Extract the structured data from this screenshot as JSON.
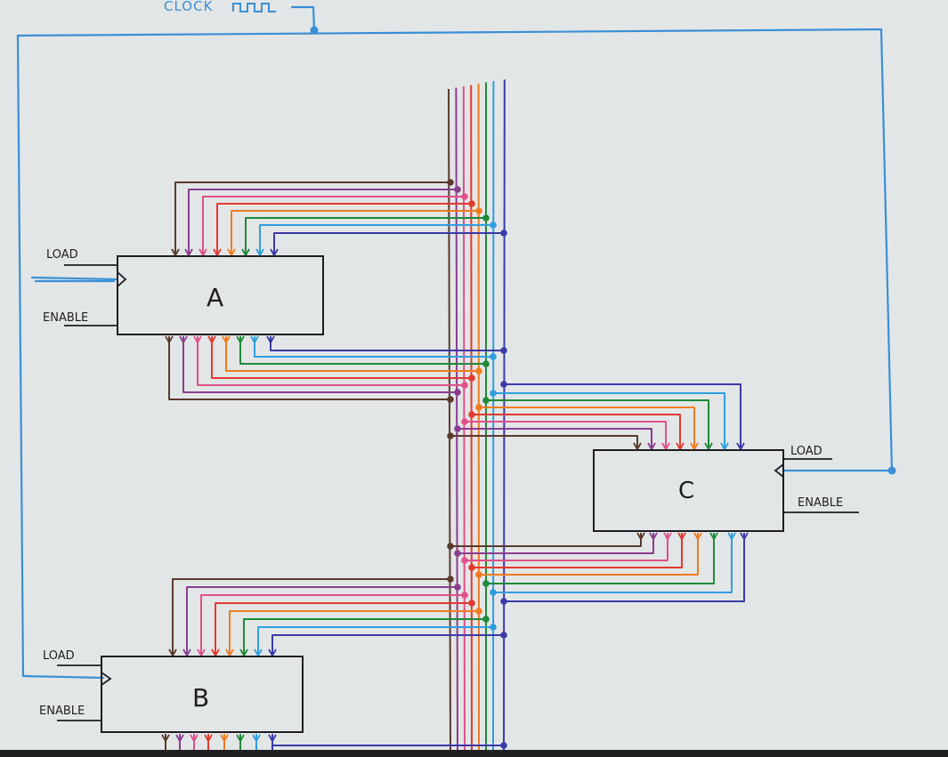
{
  "clock": {
    "label": "CLOCK"
  },
  "registers": [
    {
      "id": "a",
      "name": "A",
      "load_label": "LOAD",
      "enable_label": "ENABLE"
    },
    {
      "id": "b",
      "name": "B",
      "load_label": "LOAD",
      "enable_label": "ENABLE"
    },
    {
      "id": "c",
      "name": "C",
      "load_label": "LOAD",
      "enable_label": "ENABLE"
    }
  ],
  "colors": {
    "paper": "#e3e6e7",
    "clock_wire": "#3a8fd6",
    "ink": "#1e1e22",
    "bus": [
      "#5b3a2e",
      "#8a3d8f",
      "#e0508a",
      "#e23a2f",
      "#f07c1e",
      "#1f8a3a",
      "#2f9ee0",
      "#3b3aa8"
    ]
  }
}
